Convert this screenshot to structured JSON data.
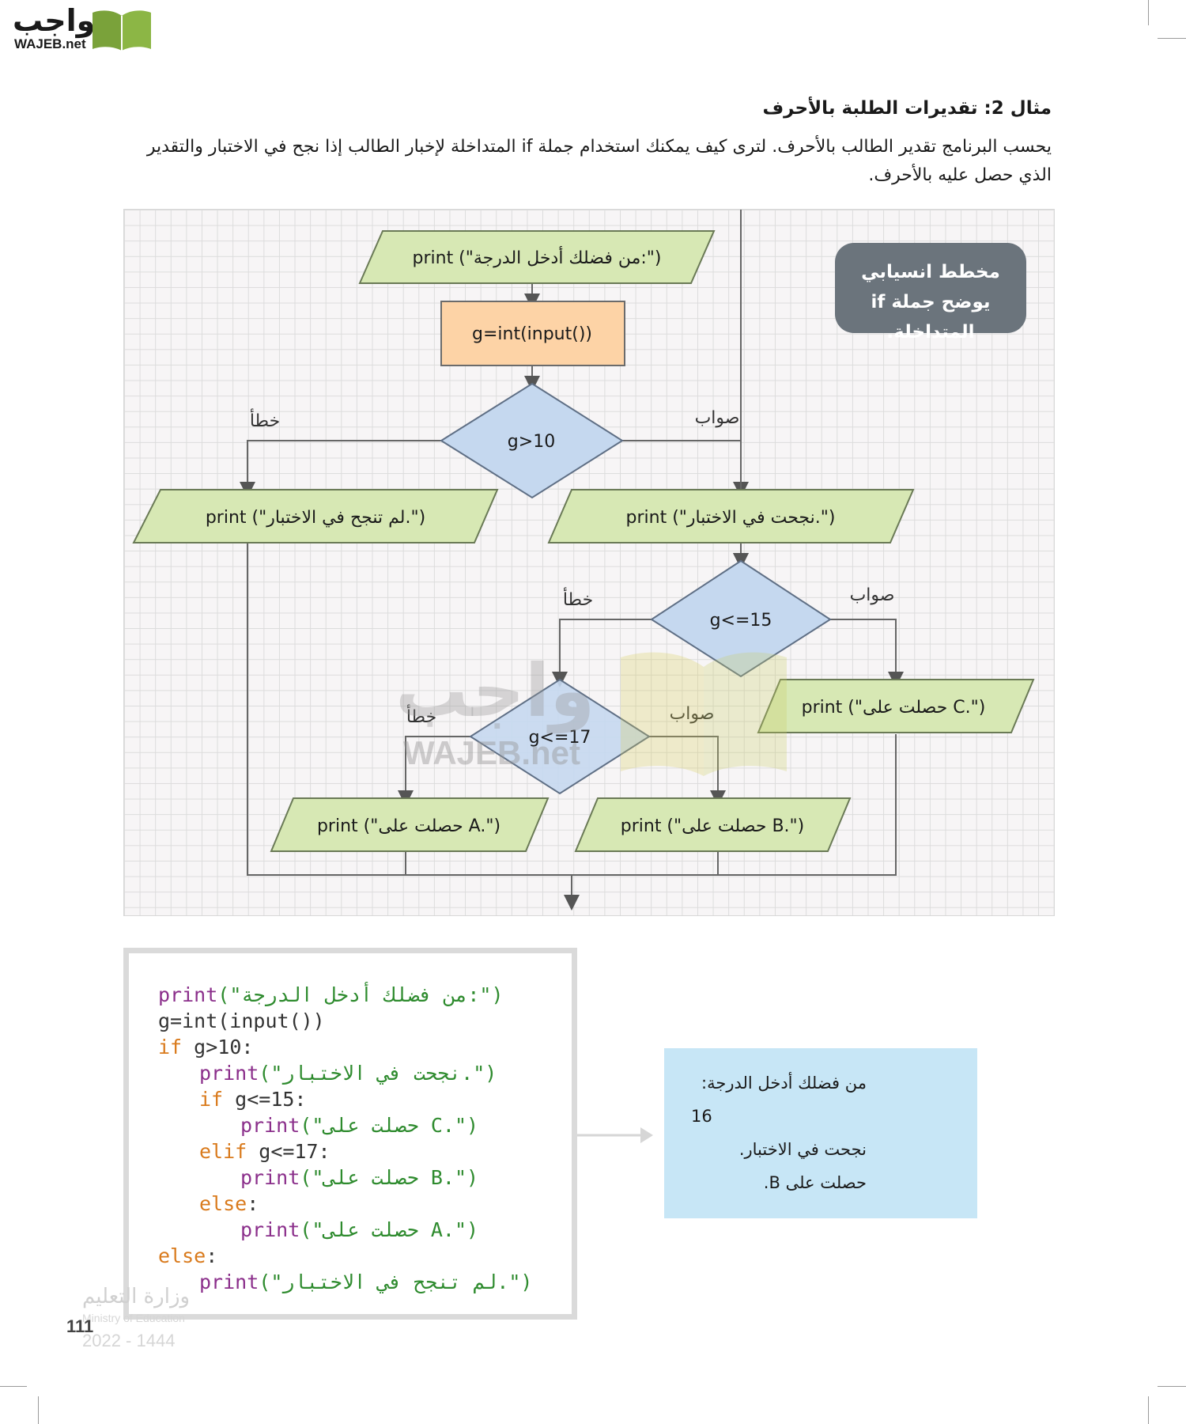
{
  "logo": {
    "arabic": "واجب",
    "english": "WAJEB.net"
  },
  "heading": "مثال 2: تقديرات الطلبة بالأحرف",
  "paragraph": "يحسب البرنامج تقدير الطالب بالأحرف. لترى كيف يمكنك استخدام جملة if المتداخلة لإخبار الطالب إذا نجح في الاختبار والتقدير الذي حصل عليه بالأحرف.",
  "flowchart": {
    "callout": "مخطط انسيابي يوضح جملة if المتداخلة.",
    "input_prompt": "print (\"من فضلك أدخل الدرجة:\")",
    "process": "g=int(input())",
    "decision1": "g>10",
    "decision2": "g<=15",
    "decision3": "g<=17",
    "pass_msg": "print (\"نجحت في الاختبار.\")",
    "fail_msg": "print (\"لم تنجح في الاختبار.\")",
    "grade_c": "print (\"حصلت على C.\")",
    "grade_b": "print (\"حصلت على B.\")",
    "grade_a": "print (\"حصلت على A.\")",
    "true_label": "صواب",
    "false_label": "خطأ"
  },
  "code": {
    "l1_kw": "print",
    "l1_rest": "(\"من فضلك أدخل الدرجة:\")",
    "l2": "g=int(input())",
    "l3_kw": "if",
    "l3_rest": " g>10:",
    "l4_kw": "print",
    "l4_rest": "(\"نجحت في الاختبار.\")",
    "l5_kw": "if",
    "l5_rest": " g<=15:",
    "l6_kw": "print",
    "l6_rest": "(\"حصلت على C.\")",
    "l7_kw": "elif",
    "l7_rest": " g<=17:",
    "l8_kw": "print",
    "l8_rest": "(\"حصلت على B.\")",
    "l9_kw": "else",
    "l9_rest": ":",
    "l10_kw": "print",
    "l10_rest": "(\"حصلت على A.\")",
    "l11_kw": "else",
    "l11_rest": ":",
    "l12_kw": "print",
    "l12_rest": "(\"لم تنجح في الاختبار.\")"
  },
  "output": {
    "line1": "من فضلك أدخل الدرجة:",
    "line2": "16",
    "line3": "نجحت في الاختبار.",
    "line4": "حصلت على B."
  },
  "footer": {
    "page_number": "111",
    "ministry_ar": "وزارة التعليم",
    "ministry_en": "Ministry of Education",
    "year": "2022 - 1444"
  },
  "watermark": {
    "arabic": "واجب",
    "english": "WAJEB.net"
  },
  "colors": {
    "parallelogram": "#d7e8b4",
    "process": "#fdd3a6",
    "decision": "#c5d8ef",
    "callout": "#6b747c",
    "output_box": "#c7e6f6"
  }
}
